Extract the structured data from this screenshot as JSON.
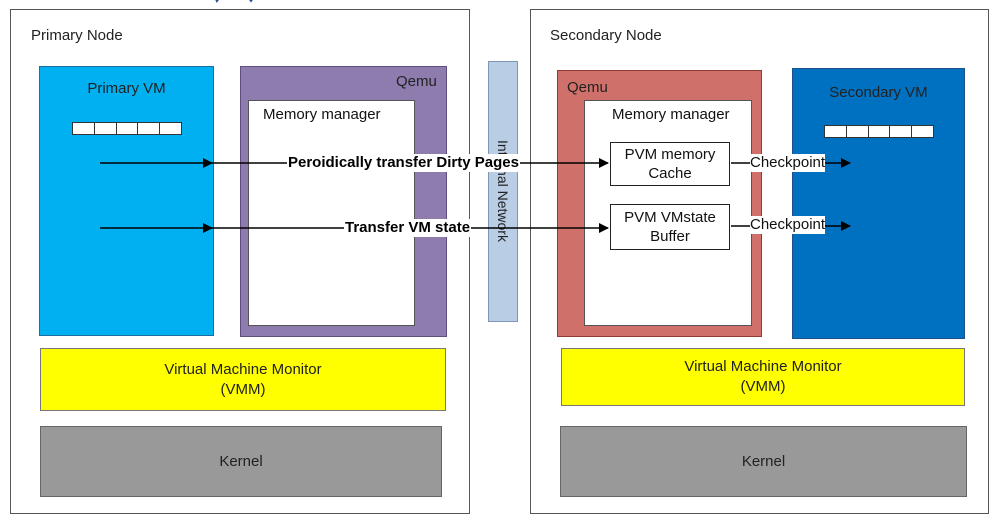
{
  "primary": {
    "node_label": "Primary Node",
    "vm_label": "Primary VM",
    "qemu_label": "Qemu",
    "memory_manager_label": "Memory manager",
    "vmm_line1": "Virtual Machine Monitor",
    "vmm_line2": "(VMM)",
    "kernel_label": "Kernel"
  },
  "secondary": {
    "node_label": "Secondary Node",
    "vm_label": "Secondary VM",
    "qemu_label": "Qemu",
    "memory_manager_label": "Memory manager",
    "pvm_cache_line1": "PVM memory",
    "pvm_cache_line2": "Cache",
    "pvm_buffer_line1": "PVM VMstate",
    "pvm_buffer_line2": "Buffer",
    "vmm_line1": "Virtual Machine Monitor",
    "vmm_line2": "(VMM)",
    "kernel_label": "Kernel"
  },
  "network": {
    "label": "Internal Network"
  },
  "flows": {
    "dirty_pages": "Peroidically transfer Dirty Pages",
    "vm_state": "Transfer VM state",
    "checkpoint_1": "Checkpoint",
    "checkpoint_2": "Checkpoint"
  },
  "colors": {
    "primary_vm": "#00b0f0",
    "secondary_vm": "#0070c0",
    "primary_qemu": "#8e7cae",
    "secondary_qemu": "#d0706a",
    "network": "#b9cde5",
    "vmm": "#ffff00",
    "kernel": "#999999"
  }
}
